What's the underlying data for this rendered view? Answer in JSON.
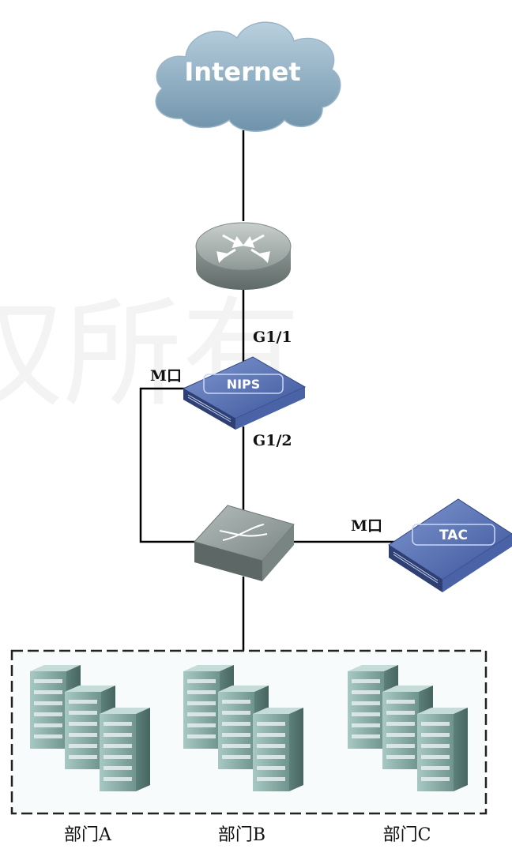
{
  "cloud": {
    "label": "Internet"
  },
  "nips": {
    "label": "NIPS",
    "port_upper": "G1/1",
    "port_lower": "G1/2",
    "mgmt_port": "M口"
  },
  "tac": {
    "label": "TAC",
    "mgmt_port": "M口"
  },
  "watermark": "权所有",
  "departments": [
    {
      "label": "部门A"
    },
    {
      "label": "部门B"
    },
    {
      "label": "部门C"
    }
  ],
  "colors": {
    "cloud": "#7c9fb6",
    "device_blue": "#3f5aa0",
    "router_gray": "#8f9a98",
    "switch_gray": "#7e8a88",
    "server_teal": "#8fb3ad",
    "line": "#000000"
  }
}
